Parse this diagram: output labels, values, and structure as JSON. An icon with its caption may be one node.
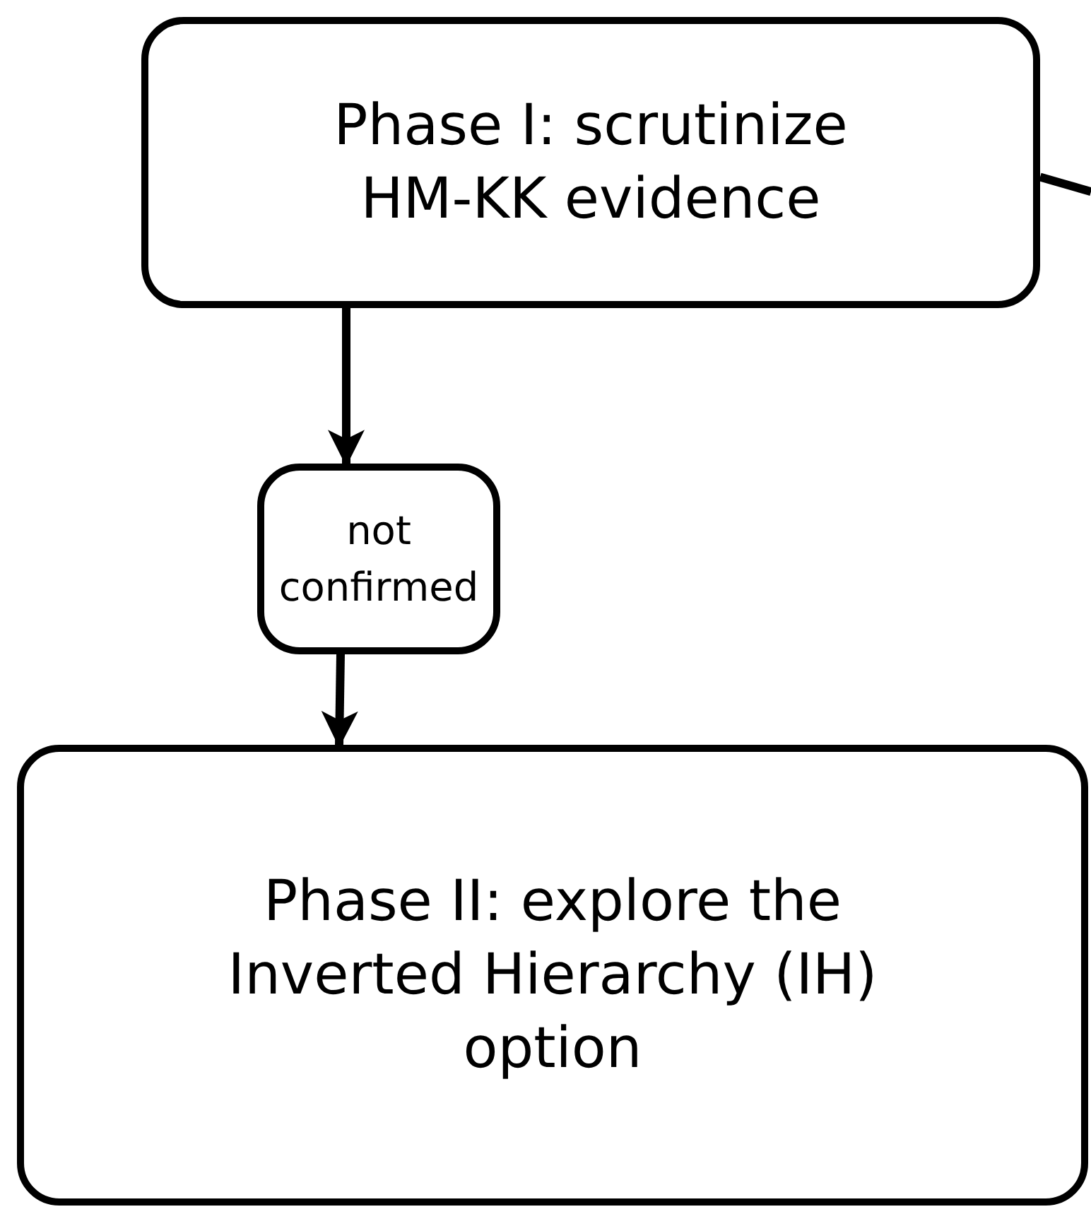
{
  "diagram": {
    "nodes": [
      {
        "text": [
          "Phase I: scrutinize HM-KK evidence"
        ]
      },
      {
        "text": [
          "not confirmed"
        ]
      },
      {
        "text": [
          "Phase II: explore the Inverted Hierarchy (IH) option"
        ]
      }
    ],
    "edges": [
      {
        "from": 0,
        "to": 1,
        "arrow": "to"
      },
      {
        "from": 1,
        "to": 2,
        "arrow": "to"
      },
      {
        "from": 0,
        "to": null,
        "arrow": "none"
      }
    ]
  }
}
